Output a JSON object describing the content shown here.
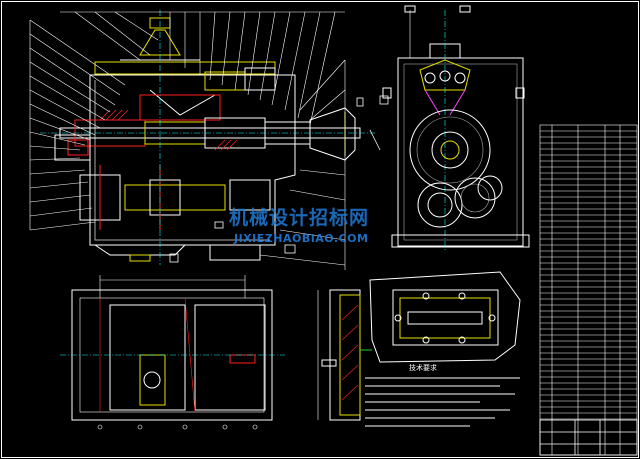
{
  "drawing": {
    "background": "#000000",
    "line_color": "#ffffff",
    "accent_colors": {
      "yellow": "#e8e000",
      "cyan": "#00ffff",
      "red": "#ff2020",
      "green": "#20d020",
      "magenta": "#ff40ff"
    },
    "watermark_cn": "机械设计招标网",
    "watermark_en": "JIXIEZHAOBIAO.COM",
    "watermark_color": "#1f7ad6",
    "cover_view_note": "技术要求"
  }
}
